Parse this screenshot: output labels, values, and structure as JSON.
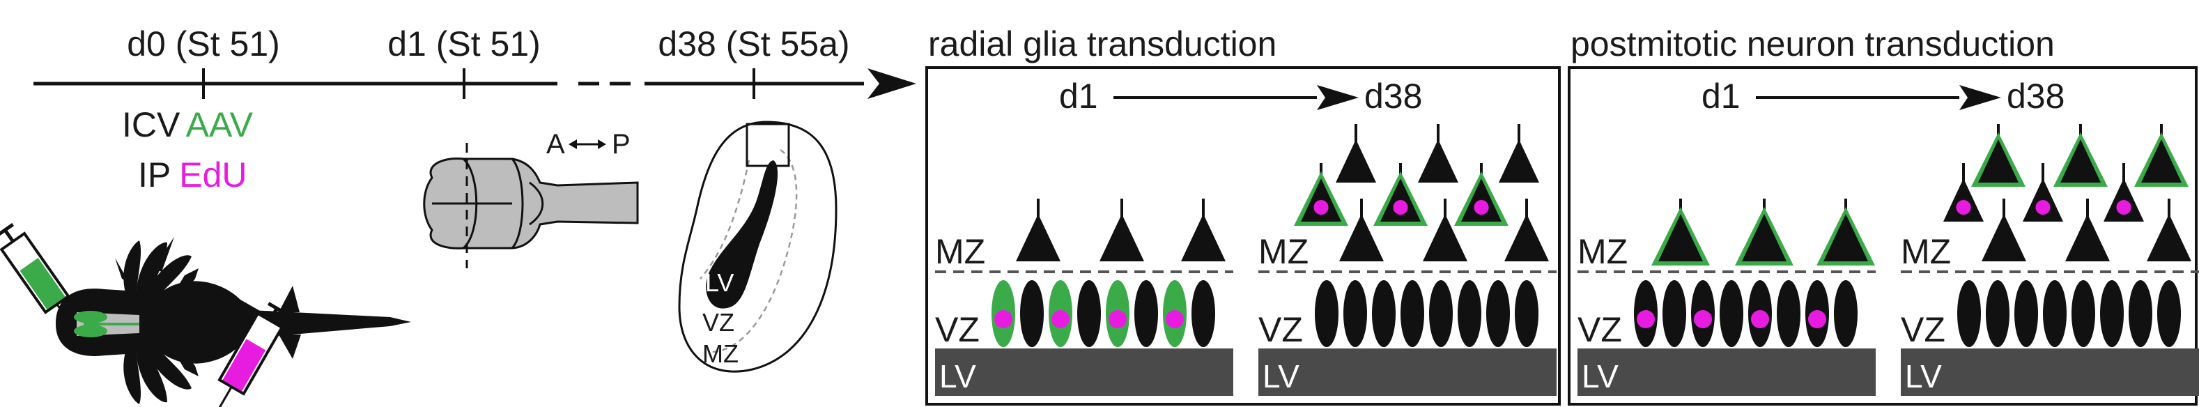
{
  "timeline": {
    "d0": "d0 (St 51)",
    "d1": "d1 (St 51)",
    "d38": "d38 (St 55a)",
    "icv": "ICV",
    "aav": "AAV",
    "ip": "IP",
    "edu": "EdU",
    "axis": "A",
    "axis_p": "P"
  },
  "section": {
    "lv": "LV",
    "vz": "VZ",
    "mz": "MZ"
  },
  "panel_rg": {
    "title": "radial glia transduction",
    "from": "d1",
    "to": "d38",
    "mz_left": "MZ",
    "vz_left": "VZ",
    "lv_left": "LV",
    "mz_right": "MZ",
    "vz_right": "VZ",
    "lv_right": "LV"
  },
  "panel_pn": {
    "title": "postmitotic neuron transduction",
    "from": "d1",
    "to": "d38",
    "mz_left": "MZ",
    "vz_left": "VZ",
    "lv_left": "LV",
    "mz_right": "MZ",
    "vz_right": "VZ",
    "lv_right": "LV"
  },
  "colors": {
    "aav_green": "#3bab4a",
    "edu_magenta": "#e81ce0",
    "black": "#111111",
    "lv_gray": "#4a4a4a",
    "tadpole_gray": "#bdbdbd"
  }
}
